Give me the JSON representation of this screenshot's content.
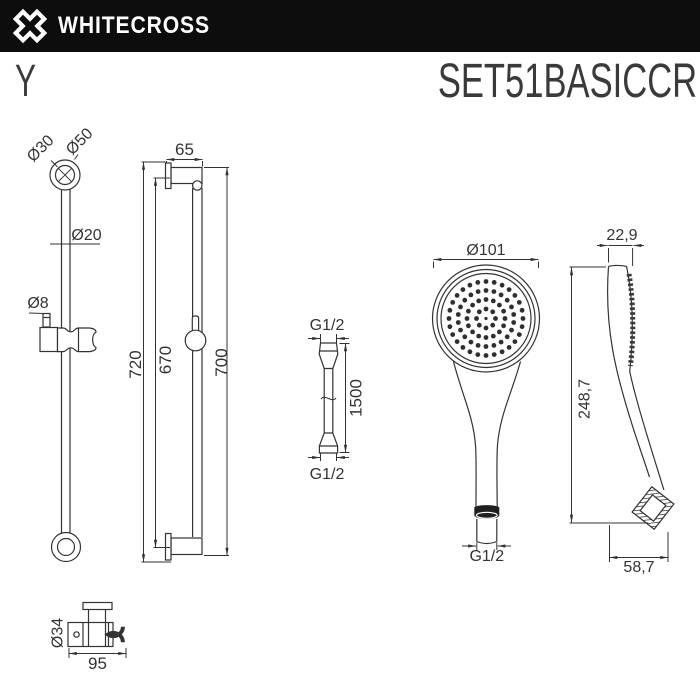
{
  "header": {
    "brand": "WHITECROSS",
    "logo_icon": "whitecross-x-logo"
  },
  "title": {
    "series": "Y",
    "model": "SET51BASICCR"
  },
  "rail_front": {
    "dim_top_inner_diameter": "Ø30",
    "dim_top_outer_diameter": "Ø50",
    "dim_bar_diameter": "Ø20",
    "dim_pin_diameter": "Ø8"
  },
  "rail_side": {
    "dim_wall_offset": "65",
    "dim_height_overall": "720",
    "dim_height_inner": "670",
    "dim_height_rail": "700"
  },
  "hose": {
    "thread_top": "G1/2",
    "dim_length": "1500",
    "thread_bottom": "G1/2"
  },
  "shower_front": {
    "dim_head_diameter": "Ø101",
    "thread": "G1/2"
  },
  "shower_side": {
    "dim_depth": "22,9",
    "dim_height": "248,7",
    "dim_bottom_width": "58,7"
  },
  "holder": {
    "dim_diameter": "Ø34",
    "dim_width": "95"
  },
  "colors": {
    "line": "#333333",
    "header_bg": "#0d0d0d",
    "header_text": "#ffffff",
    "title_text": "#3a3a3a",
    "nozzle": "#2f2f2f",
    "connector_dark": "#1f1f1f"
  }
}
